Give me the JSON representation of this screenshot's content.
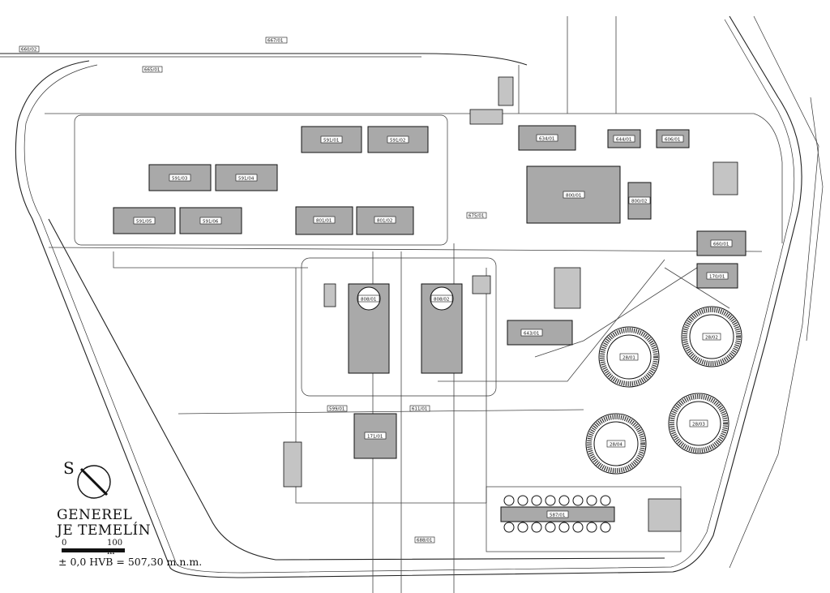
{
  "legend": {
    "title_line1": "GENEREL",
    "title_line2": "JE TEMELÍN",
    "scale_start": "0",
    "scale_end": "100 m",
    "elevation": "± 0,0 HVB = 507,30 m.n.m.",
    "north_letter": "S"
  },
  "buildings": [
    {
      "id": "b1",
      "label": "591/01"
    },
    {
      "id": "b2",
      "label": "591/02"
    },
    {
      "id": "b3",
      "label": "591/03"
    },
    {
      "id": "b4",
      "label": "591/04"
    },
    {
      "id": "b5",
      "label": "591/05"
    },
    {
      "id": "b6",
      "label": "591/06"
    },
    {
      "id": "b7",
      "label": "801/01"
    },
    {
      "id": "b8",
      "label": "801/02"
    },
    {
      "id": "b9",
      "label": "808/01"
    },
    {
      "id": "b10",
      "label": "808/02"
    },
    {
      "id": "b11",
      "label": "800/01"
    },
    {
      "id": "b12",
      "label": "800/02"
    },
    {
      "id": "b13",
      "label": "634/01"
    },
    {
      "id": "b14",
      "label": "644/01"
    },
    {
      "id": "b15",
      "label": "606/01"
    },
    {
      "id": "b16",
      "label": "171/01"
    },
    {
      "id": "b17",
      "label": "587/01"
    },
    {
      "id": "b18",
      "label": "643/01"
    },
    {
      "id": "b19",
      "label": "660/01"
    },
    {
      "id": "b20",
      "label": "170/01"
    }
  ],
  "towers": [
    {
      "id": "t1",
      "label": "28/01"
    },
    {
      "id": "t2",
      "label": "28/02"
    },
    {
      "id": "t3",
      "label": "28/03"
    },
    {
      "id": "t4",
      "label": "28/04"
    }
  ],
  "misc_labels": [
    "660/02",
    "665/01",
    "667/01",
    "675/01",
    "599/01",
    "611/01",
    "688/01"
  ]
}
